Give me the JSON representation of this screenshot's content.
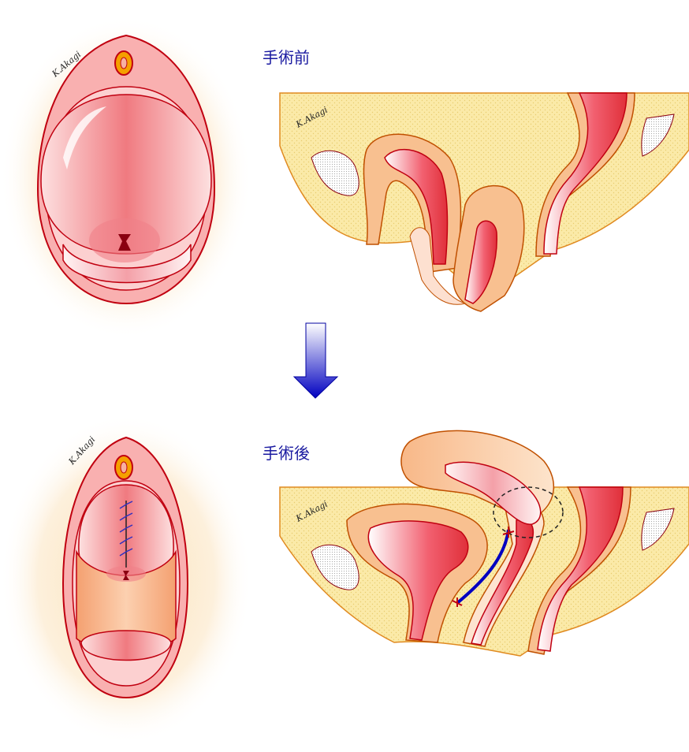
{
  "labels": {
    "before": "手術前",
    "after": "手術後"
  },
  "signatures": {
    "top_left": "K.Akagi",
    "top_right": "K.Akagi",
    "bottom_left": "K.Akagi",
    "bottom_right": "K.Akagi"
  },
  "colors": {
    "tissue_red": "#e0303a",
    "outline": "#c00010",
    "fat_yellow": "#fbeaa8",
    "muscle_orange": "#f8c090",
    "arrow_blue": "#0000c0",
    "label_blue": "#1a1aa0"
  }
}
